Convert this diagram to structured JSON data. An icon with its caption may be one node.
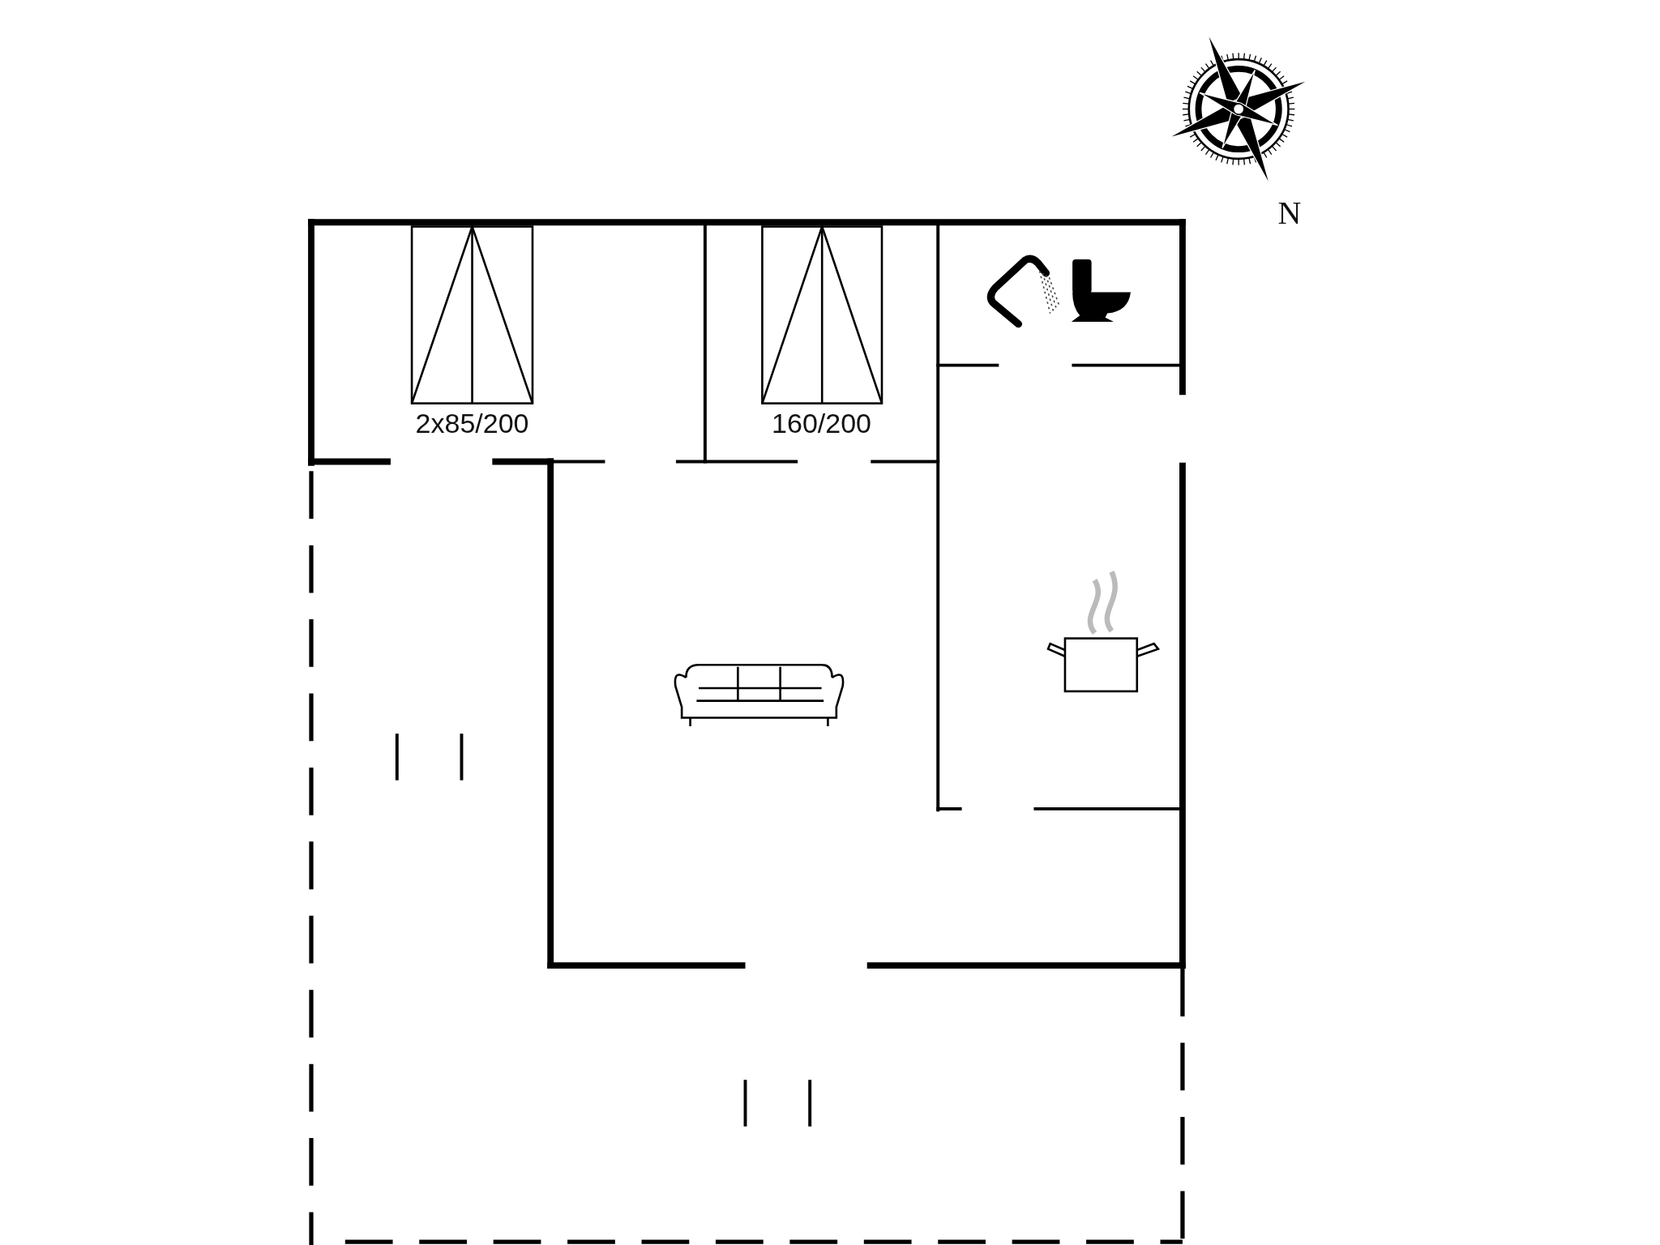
{
  "diagram": {
    "labels": [
      "2x85/200",
      "160/200",
      "N"
    ]
  }
}
